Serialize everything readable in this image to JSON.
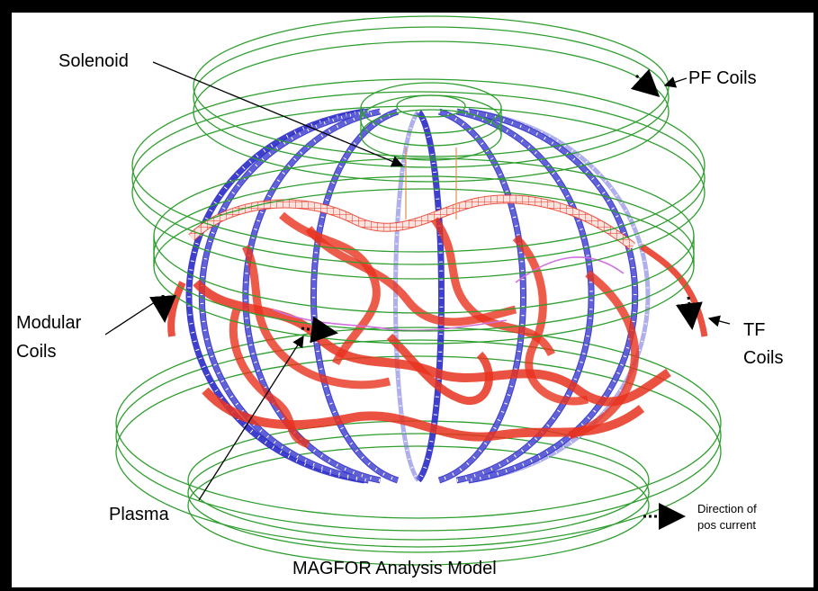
{
  "labels": {
    "solenoid": "Solenoid",
    "pf_coils": "PF Coils",
    "modular_1": "Modular",
    "modular_2": "Coils",
    "tf_1": "TF",
    "tf_2": "Coils",
    "plasma": "Plasma",
    "legend_1": "Direction of",
    "legend_2": "pos current"
  },
  "caption": "MAGFOR Analysis Model",
  "colors": {
    "frame": "#000000",
    "background": "#ffffff",
    "pf_coils": "#2e9e2e",
    "tf_coils": "#2a2ac8",
    "modular_coils": "#e8321e",
    "plasma": "#d070e0",
    "solenoid": "#e09050"
  }
}
